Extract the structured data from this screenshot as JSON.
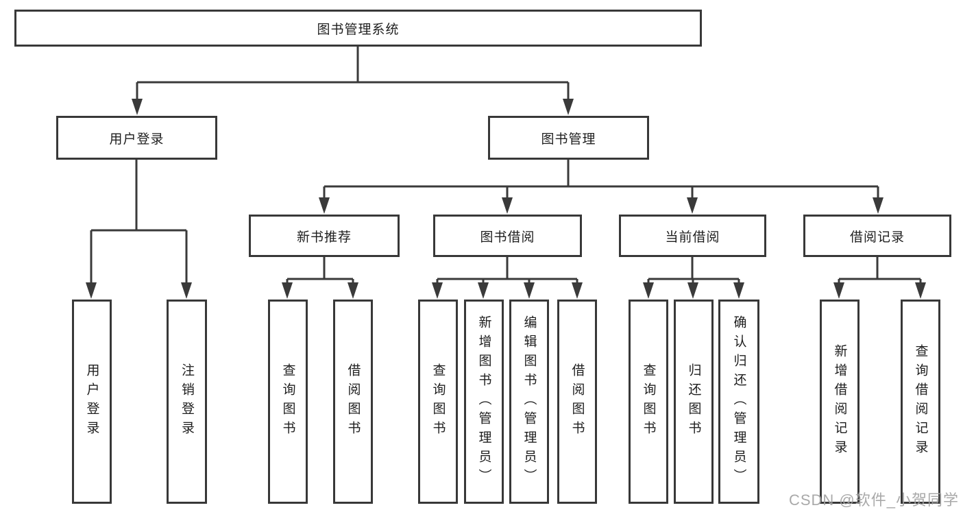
{
  "diagram": {
    "root": {
      "label": "图书管理系统"
    },
    "level2": [
      {
        "label": "用户登录"
      },
      {
        "label": "图书管理"
      }
    ],
    "level3": [
      {
        "label": "新书推荐"
      },
      {
        "label": "图书借阅"
      },
      {
        "label": "当前借阅"
      },
      {
        "label": "借阅记录"
      }
    ],
    "leaves": {
      "user_login": [
        "用户登录",
        "注销登录"
      ],
      "new_book": [
        "查询图书",
        "借阅图书"
      ],
      "book_borrow": [
        "查询图书",
        "新增图书（管理员）",
        "编辑图书（管理员）",
        "借阅图书"
      ],
      "current_borrow": [
        "查询图书",
        "归还图书",
        "确认归还（管理员）"
      ],
      "borrow_record": [
        "新增借阅记录",
        "查询借阅记录"
      ]
    },
    "watermark": "CSDN @软件_小贺同学",
    "colors": {
      "line": "#3a3a3a",
      "border": "#383838",
      "text": "#1e1e1e",
      "watermark": "#a2a2a2",
      "background": "#ffffff"
    }
  }
}
